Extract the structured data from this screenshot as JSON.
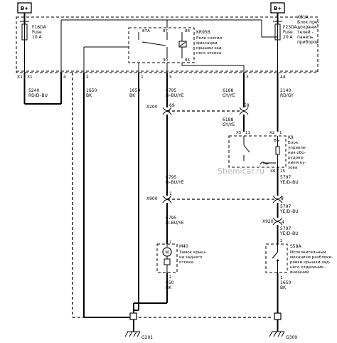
{
  "supply": {
    "left": "B+",
    "right": "B+"
  },
  "fuse_left": {
    "ref": "F16DA",
    "type": "Fuse",
    "rating": "10 A"
  },
  "fuse_right": {
    "ref": "F23DA",
    "type": "Fuse",
    "rating": "20 A"
  },
  "x51a": {
    "ref": "X51A",
    "lines": [
      "Блок пре-",
      "дохрани-",
      "телей -",
      "панель",
      "приборов"
    ]
  },
  "relay": {
    "ref": "KR95B",
    "lines": [
      "Реле снятия",
      "фиксации",
      "крышки зад-",
      "него отсека"
    ],
    "pins": {
      "p87a": "87A",
      "p87": "87",
      "p86": "86",
      "p30": "30",
      "p85": "85"
    }
  },
  "connector_x1": {
    "ref": "X1",
    "pins": {
      "a": "31",
      "b": "4",
      "c": "2",
      "d": "1",
      "e": "5",
      "f": "3",
      "g": "44"
    }
  },
  "wires": {
    "w5240": {
      "num": "5240",
      "color": "RD/D–BU"
    },
    "w1650a": {
      "num": "1650",
      "color": "BK"
    },
    "w1650b": {
      "num": "1650",
      "color": "BK"
    },
    "w6795a": {
      "num": "6795",
      "color": "D–BU/YE"
    },
    "w6188a": {
      "num": "6188",
      "color": "GY/YE"
    },
    "w2140": {
      "num": "2140",
      "color": "RD/GY"
    },
    "w6188b": {
      "num": "6188",
      "color": "GY/YE"
    },
    "w6795b": {
      "num": "6795",
      "color": "D–BU/YE"
    },
    "w5797a": {
      "num": "5797",
      "color": "YE/D–BU"
    },
    "w5797b": {
      "num": "5797",
      "color": "YE/D–BU"
    },
    "w6795c": {
      "num": "6795",
      "color": "D–BU/YE"
    },
    "w5797c": {
      "num": "5797",
      "color": "YE/D–BU"
    },
    "w650a": {
      "num": "650",
      "color": "BK"
    },
    "w1650c": {
      "num": "1650",
      "color": "BK"
    }
  },
  "x200": {
    "ref": "X200",
    "pin_a": "69",
    "pin_b": "58"
  },
  "k9": {
    "ref": "K9",
    "lines": [
      "Блок",
      "управле-",
      "ния обо-",
      "рудова-",
      "нием ку-",
      "зова"
    ],
    "pins": {
      "x5": "X5",
      "p11": "11",
      "x2": "X2",
      "p1": "1",
      "bplus": "B+",
      "x6": "X6",
      "p15": "15"
    }
  },
  "x900": {
    "ref": "X900",
    "pin_a": "1",
    "pin_b": "8"
  },
  "x920": {
    "ref": "X920",
    "pin": "4"
  },
  "m40": {
    "ref": "M40",
    "lines": [
      "Замок крыш-",
      "ки заднего",
      "отсека"
    ],
    "pin_top": "1",
    "pin_bottom": "2",
    "symbol": "M"
  },
  "s58a": {
    "ref": "S58A",
    "lines": [
      "Исполнительный",
      "механизм разблоки-",
      "ровки крышки зад-",
      "него отделения -",
      "внешний"
    ],
    "pin_top": "2",
    "pin_bottom": "1"
  },
  "grounds": {
    "left": "G201",
    "right": "G309"
  },
  "watermark": "Shemicar.ru"
}
